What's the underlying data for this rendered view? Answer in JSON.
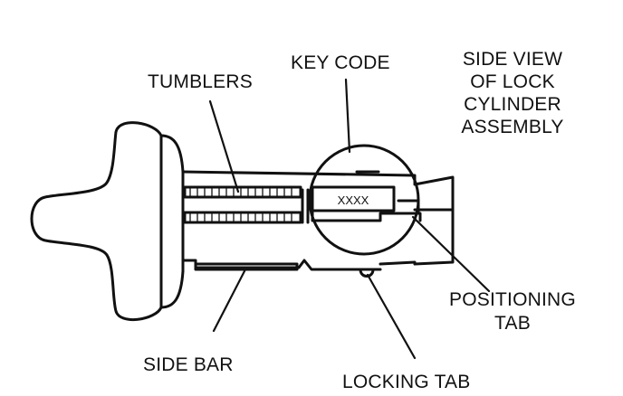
{
  "labels": {
    "tumblers": "TUMBLERS",
    "key_code": "KEY CODE",
    "side_view": [
      "SIDE VIEW",
      "OF LOCK",
      "CYLINDER",
      "ASSEMBLY"
    ],
    "positioning_tab": [
      "POSITIONING",
      "TAB"
    ],
    "side_bar": "SIDE BAR",
    "locking_tab": "LOCKING TAB",
    "key_code_value": "XXXX"
  },
  "colors": {
    "ink": "#111111",
    "paper": "#ffffff"
  }
}
